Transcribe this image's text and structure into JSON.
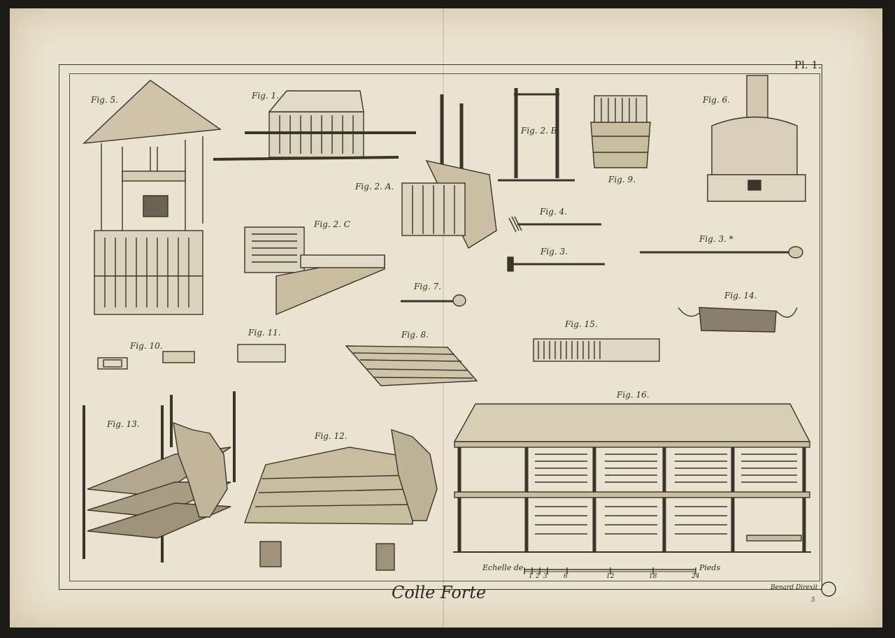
{
  "plate": {
    "number": "Pl. 1.",
    "title": "Colle Forte",
    "engraver": "Benard Direxit",
    "page_number": "5"
  },
  "figures": {
    "fig1": "Fig. 1.",
    "fig2a": "Fig. 2. A.",
    "fig2b": "Fig. 2. B",
    "fig2c": "Fig. 2. C",
    "fig3": "Fig. 3.",
    "fig3star": "Fig. 3. *",
    "fig4": "Fig. 4.",
    "fig5": "Fig. 5.",
    "fig6": "Fig. 6.",
    "fig7": "Fig. 7.",
    "fig8": "Fig. 8.",
    "fig9": "Fig. 9.",
    "fig10": "Fig. 10.",
    "fig11": "Fig. 11.",
    "fig12": "Fig. 12.",
    "fig13": "Fig. 13.",
    "fig14": "Fig. 14.",
    "fig15": "Fig. 15.",
    "fig16": "Fig. 16."
  },
  "scale": {
    "prefix": "Echelle de",
    "suffix": "Pieds",
    "ticks": [
      "1",
      "2",
      "3",
      "6",
      "12",
      "18",
      "24"
    ]
  },
  "colors": {
    "paper": "#ebe3d0",
    "ink": "#2e2a23"
  }
}
